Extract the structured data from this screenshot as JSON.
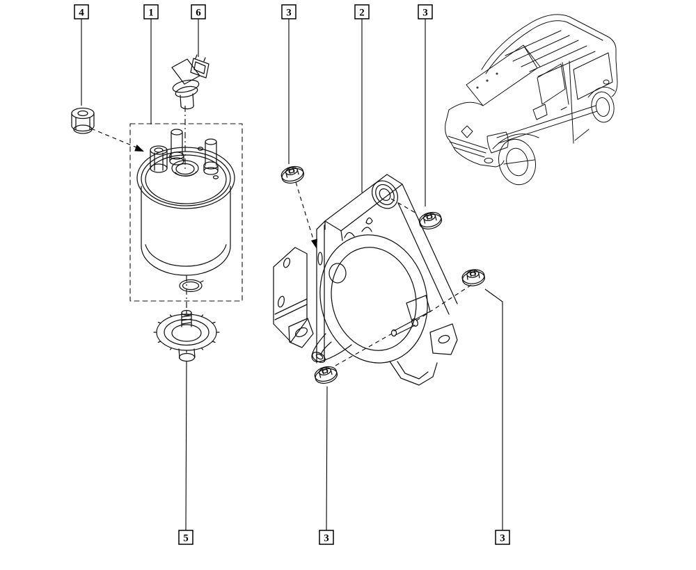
{
  "page": {
    "background_color": "#ffffff",
    "line_color": "#111111"
  },
  "callouts": {
    "top": [
      {
        "label": "4"
      },
      {
        "label": "1"
      },
      {
        "label": "6"
      },
      {
        "label": "3"
      },
      {
        "label": "2"
      },
      {
        "label": "3"
      }
    ],
    "bottom": [
      {
        "label": "5"
      },
      {
        "label": "3"
      },
      {
        "label": "3"
      }
    ]
  },
  "drawings": {
    "vehicle": "renault-kangoo-van-line-art",
    "part_1": "fuel-filter",
    "part_2": "mounting-bracket-with-clamp",
    "part_3": "flanged-nut",
    "part_4": "hex-nut",
    "part_5": "drain-plug-knob",
    "part_6": "fuel-sensor",
    "part_7": "o-ring"
  }
}
